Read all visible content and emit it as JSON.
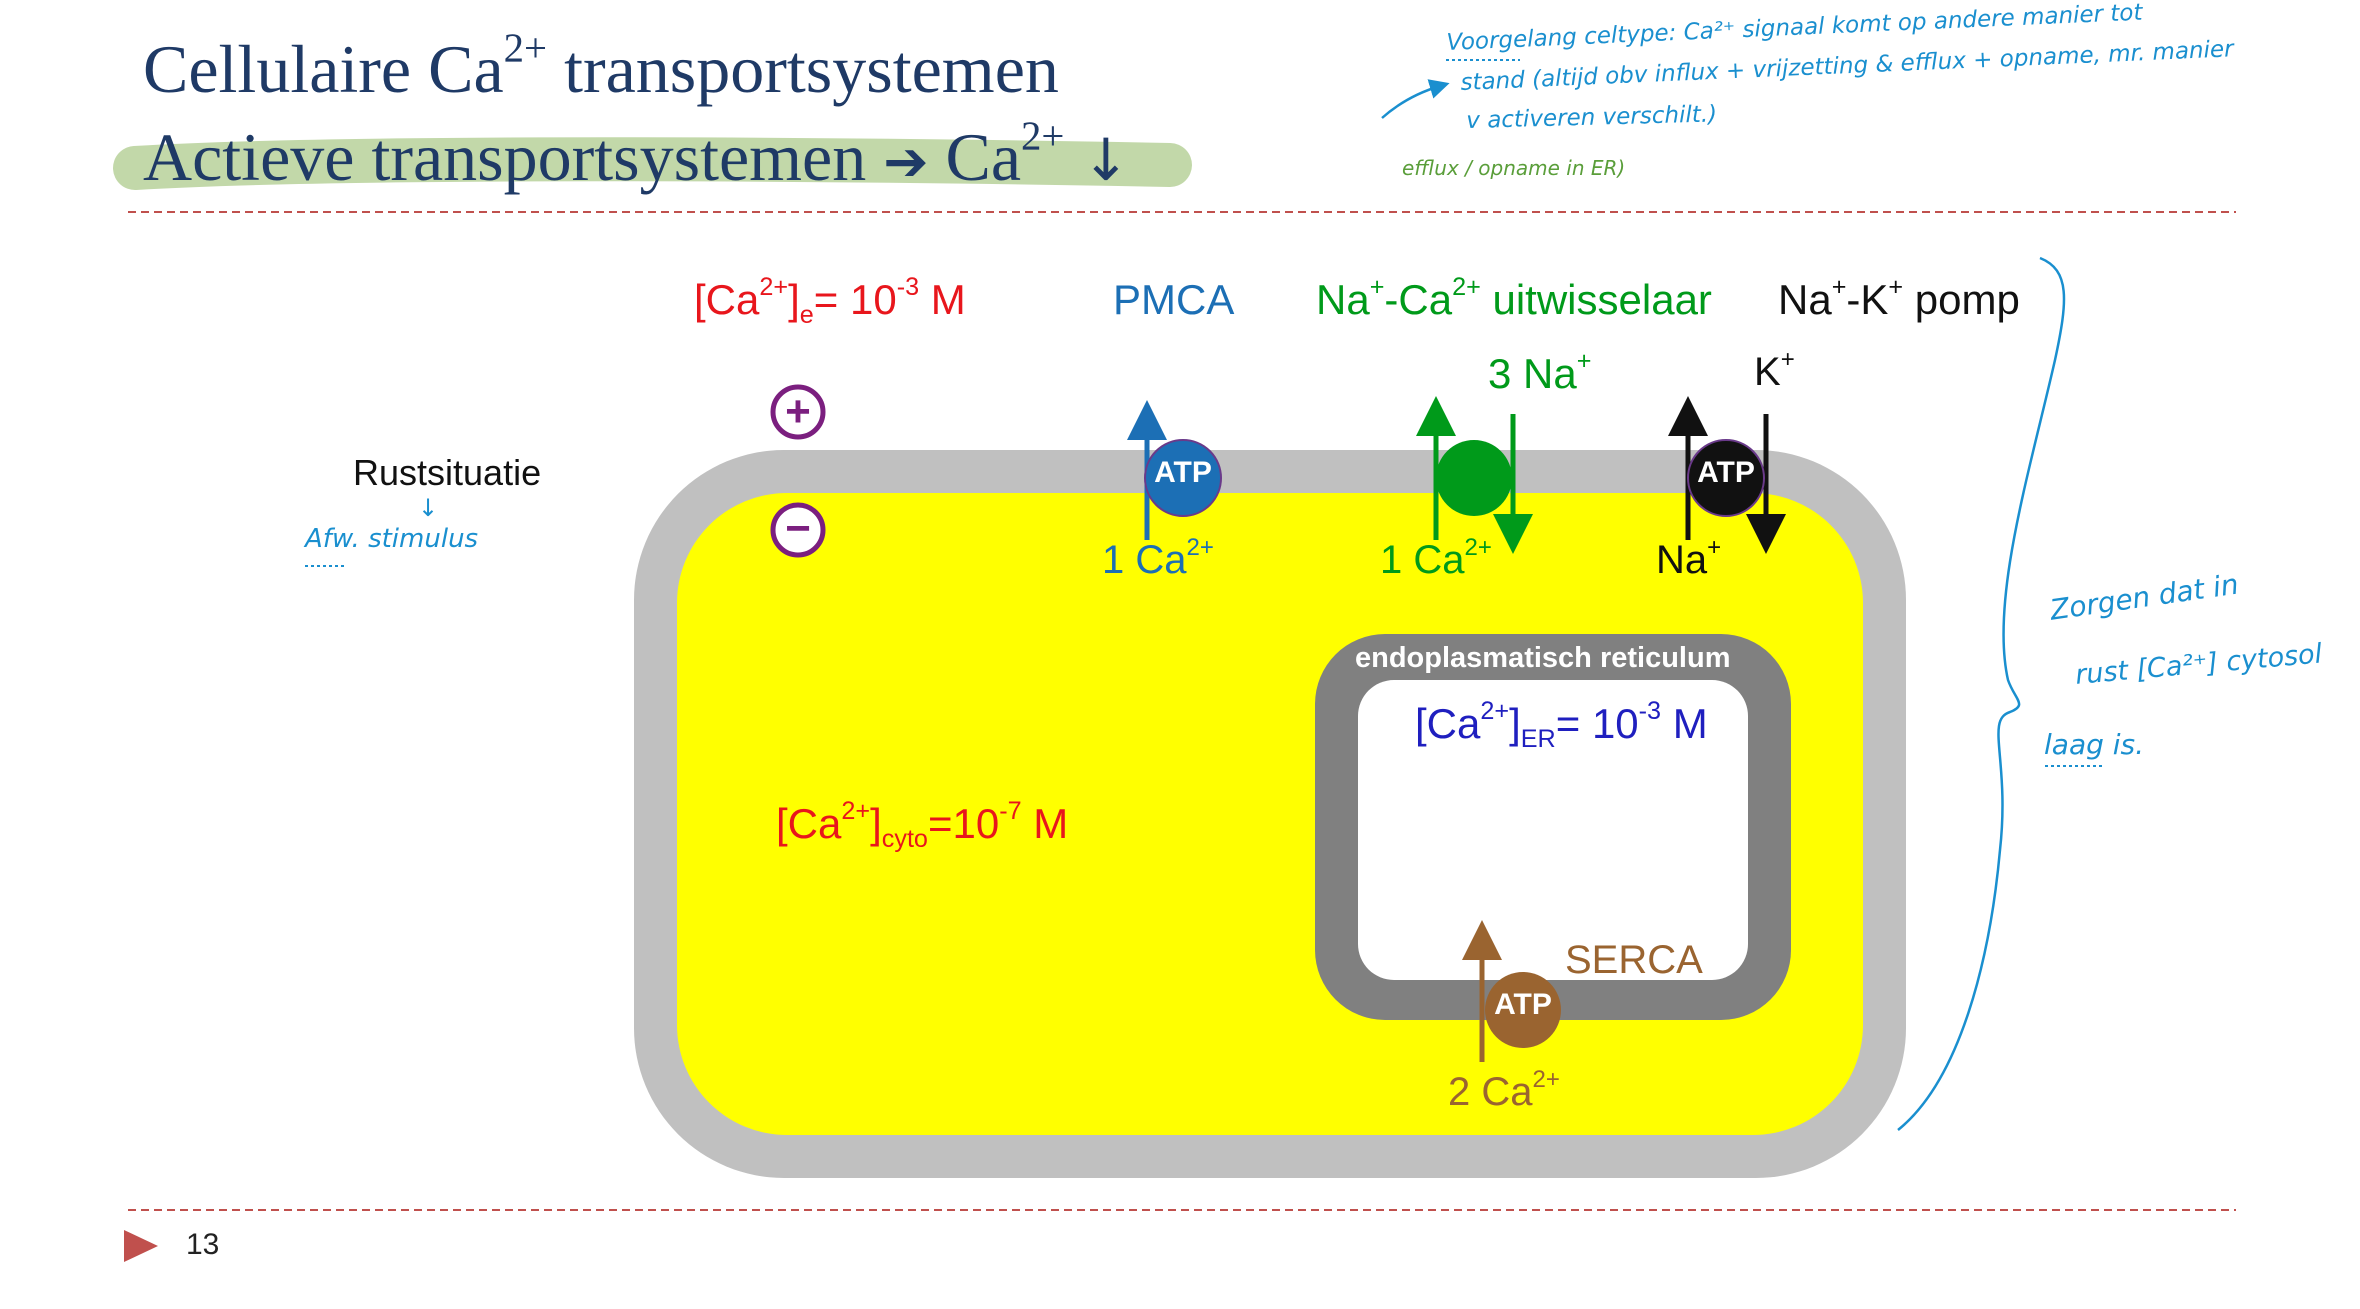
{
  "slide": {
    "title_line1": {
      "text": "Cellulaire Ca",
      "sup": "2+",
      "text2": " transportsystemen"
    },
    "title_line2": {
      "text": "Actieve transportsystemen ",
      "arrow": "➔",
      "ca": " Ca",
      "sup": "2+",
      "down": "↓"
    },
    "page_number": "13"
  },
  "diagram": {
    "extracellular_conc": {
      "base": "[Ca",
      "sup": "2+",
      "close": "]",
      "sub": "e",
      "eq": "= 10",
      "exp": "-3",
      "unit": " M"
    },
    "cyto_conc": {
      "base": "[Ca",
      "sup": "2+",
      "close": "]",
      "sub": "cyto",
      "eq": "=10",
      "exp": "-7",
      "unit": " M"
    },
    "er_conc": {
      "base": "[Ca",
      "sup": "2+",
      "close": "]",
      "sub": "ER",
      "eq": "= 10",
      "exp": "-3",
      "unit": " M"
    },
    "pmca": {
      "label": "PMCA",
      "atp": "ATP",
      "ion_text": "1 Ca",
      "ion_sup": "2+"
    },
    "exchanger": {
      "label_a": "Na",
      "sup_a": "+",
      "label_b": "-Ca",
      "sup_b": "2+",
      "label_c": " uitwisselaar",
      "na_text": "3 Na",
      "na_sup": "+",
      "ca_text": "1 Ca",
      "ca_sup": "2+"
    },
    "nak_pump": {
      "label_a": "Na",
      "sup_a": "+",
      "label_b": "-K",
      "sup_b": "+",
      "label_c": " pomp",
      "atp": "ATP",
      "k_text": "K",
      "k_sup": "+",
      "na_text": "Na",
      "na_sup": "+"
    },
    "serca": {
      "label": "SERCA",
      "atp": "ATP",
      "ion_text": "2 Ca",
      "ion_sup": "2+"
    },
    "er_label": "endoplasmatisch reticulum",
    "rest_label": "Rustsituatie",
    "plus_symbol": "+",
    "minus_symbol": "−",
    "colors": {
      "red": "#e8161c",
      "blue": "#1c6fb5",
      "green": "#009a1a",
      "brown": "#9a6430",
      "black": "#111111",
      "yellow": "#ffff00",
      "membrane": "#c0c0c0",
      "er_membrane": "#808080",
      "purple": "#7b1f7f",
      "title": "#1f3a66"
    }
  },
  "annotations": {
    "note_top_line1": "Voorgelang celtype: Ca²⁺ signaal komt op andere manier tot",
    "note_top_line2": "stand (altijd obv influx + vrijzetting & efflux + opname, mr. manier",
    "note_top_line3": "v activeren verschilt.)",
    "note_efflux": "efflux / opname in ER)",
    "note_rest_arrow": "↓",
    "note_rest": "Afw. stimulus",
    "note_right_line1": "Zorgen dat in",
    "note_right_line2": "rust [Ca²⁺] cytosol",
    "note_right_line3": "laag is."
  }
}
